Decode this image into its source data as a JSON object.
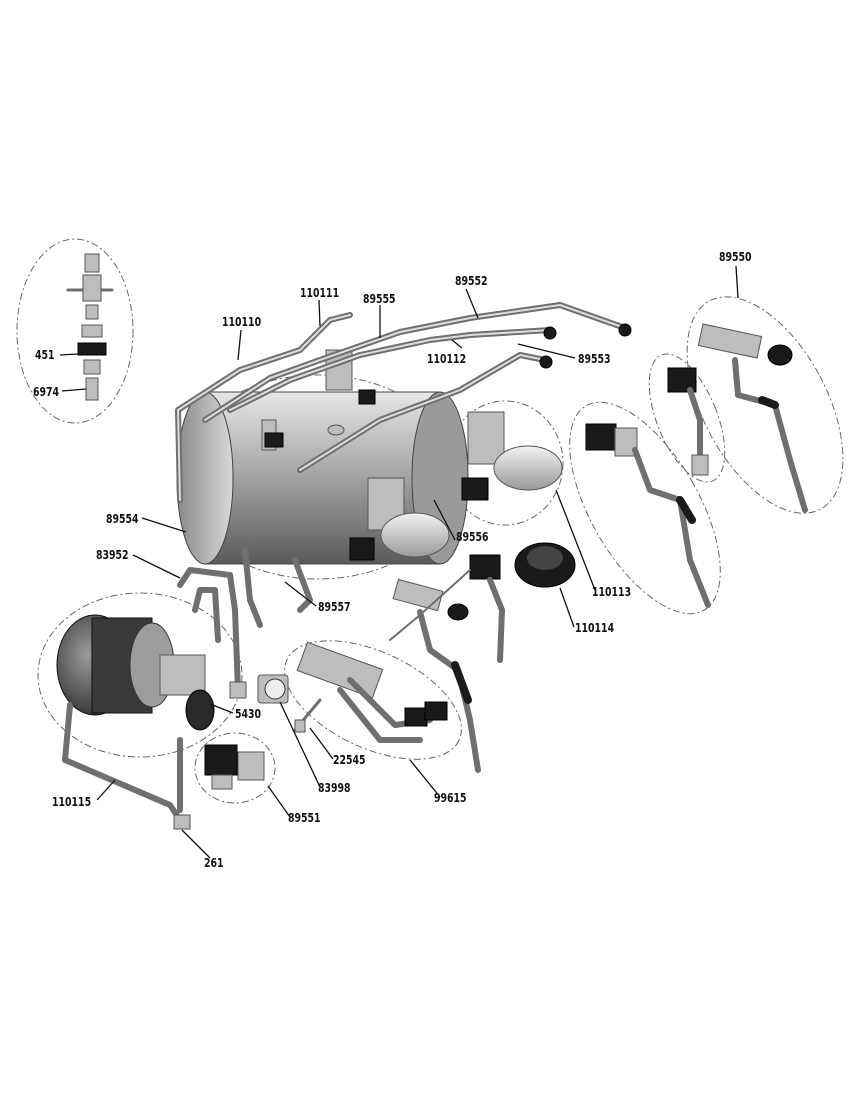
{
  "parts": [
    {
      "id": "89550",
      "label": "89550"
    },
    {
      "id": "89552",
      "label": "89552"
    },
    {
      "id": "110111",
      "label": "110111"
    },
    {
      "id": "89555",
      "label": "89555"
    },
    {
      "id": "110110",
      "label": "110110"
    },
    {
      "id": "110112",
      "label": "110112"
    },
    {
      "id": "89553",
      "label": "89553"
    },
    {
      "id": "451",
      "label": "451"
    },
    {
      "id": "6974",
      "label": "6974"
    },
    {
      "id": "89554",
      "label": "89554"
    },
    {
      "id": "89556",
      "label": "89556"
    },
    {
      "id": "83952",
      "label": "83952"
    },
    {
      "id": "110113",
      "label": "110113"
    },
    {
      "id": "89557",
      "label": "89557"
    },
    {
      "id": "110114",
      "label": "110114"
    },
    {
      "id": "5430",
      "label": "5430"
    },
    {
      "id": "22545",
      "label": "22545"
    },
    {
      "id": "83998",
      "label": "83998"
    },
    {
      "id": "99615",
      "label": "99615"
    },
    {
      "id": "110115",
      "label": "110115"
    },
    {
      "id": "89551",
      "label": "89551"
    },
    {
      "id": "261",
      "label": "261"
    }
  ]
}
